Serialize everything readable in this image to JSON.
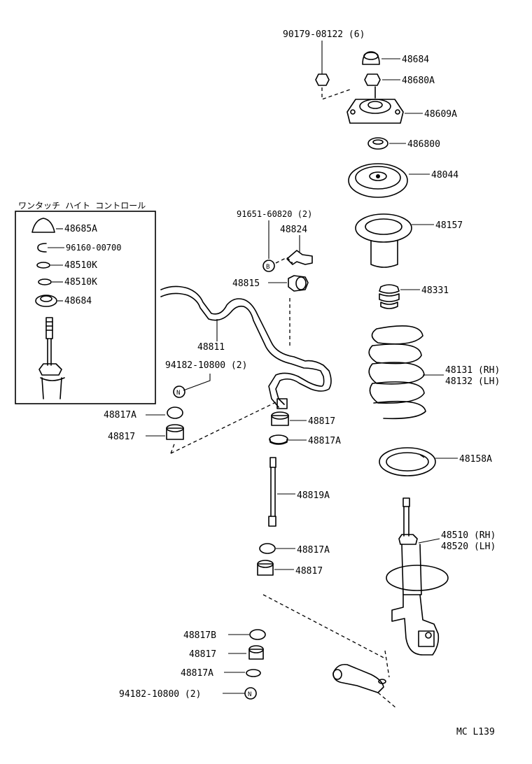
{
  "inset_box": {
    "title": "ワンタッチ ハイト コントロール",
    "parts": [
      "48685A",
      "96160-00700",
      "48510K",
      "48510K",
      "48684"
    ]
  },
  "parts": {
    "nut_6": "90179-08122 (6)",
    "cap": "48684",
    "nut": "48680A",
    "support": "48609A",
    "bearing": "486800",
    "upper_seat": "48044",
    "boot": "48157",
    "bumper": "48331",
    "spring_rh": "48131 (RH)",
    "spring_lh": "48132 (LH)",
    "lower_insulator": "48158A",
    "absorber_rh": "48510 (RH)",
    "absorber_lh": "48520 (LH)",
    "bolt_2": "91651-60820 (2)",
    "bracket": "48824",
    "bushing": "48815",
    "stabilizer_bar": "48811",
    "nut_top_2": "94182-10800 (2)",
    "retainer_left_top": "48817A",
    "cushion_left": "48817",
    "cushion_center_1": "48817",
    "retainer_center_1": "48817A",
    "link": "48819A",
    "retainer_center_2": "48817A",
    "cushion_center_2": "48817",
    "retainer_b": "48817B",
    "cushion_bottom": "48817",
    "retainer_bottom": "48817A",
    "nut_bottom_2": "94182-10800 (2)"
  },
  "footer": {
    "code": "MC  L139"
  }
}
